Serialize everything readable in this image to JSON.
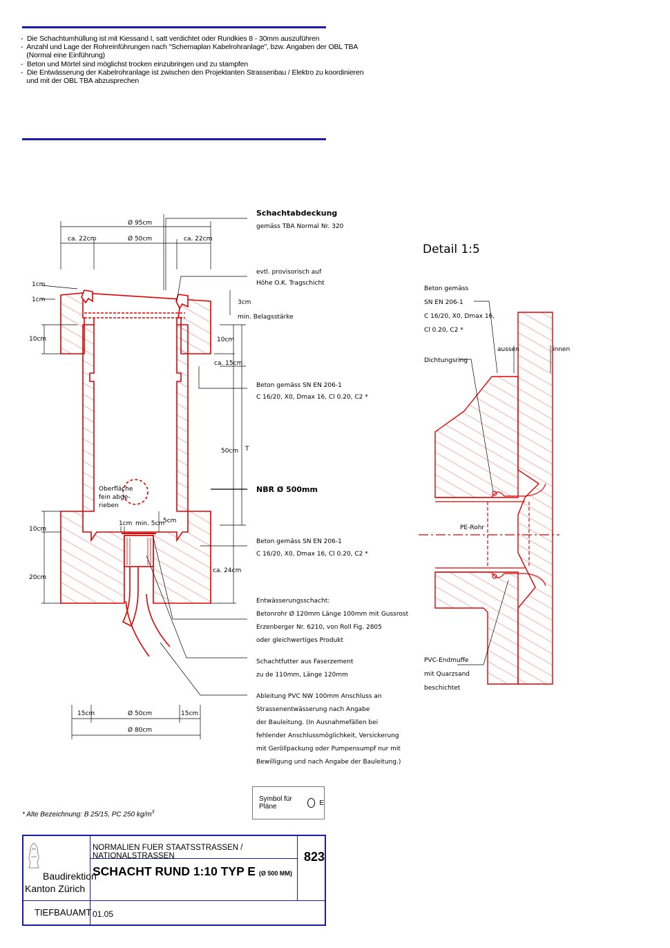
{
  "notes": [
    "-  Die Schachtumhüllung ist mit Kiessand I, satt verdichtet oder Rundkies 8 - 30mm auszuführen",
    "-  Anzahl und Lage der Rohreinführungen nach \"Schemaplan Kabelrohranlage\", bzw. Angaben der OBL TBA",
    "   (Normal eine Einführung)",
    "-  Beton und Mörtel sind möglichst trocken einzubringen und zu stampfen",
    "-  Die Entwässerung der Kabelrohranlage ist zwischen den Projektanten Strassenbau / Elektro zu koordinieren",
    "   und mit der OBL TBA abzusprechen"
  ],
  "dims": {
    "d95": "Ø 95cm",
    "d50": "Ø 50cm",
    "ca22": "ca. 22cm",
    "cm1": "1cm",
    "cm10": "10cm",
    "cm3": "3cm",
    "min_belag": "min. Belagsstärke",
    "ca15": "ca. 15cm",
    "cm50": "50cm",
    "T": "T",
    "cm20": "20cm",
    "ca24": "ca. 24cm",
    "min5": "min. 5cm",
    "cm5": "5cm",
    "cm15": "15cm",
    "d80": "Ø 80cm"
  },
  "labels": {
    "abdeckung_title": "Schachtabdeckung",
    "abdeckung_sub": "gemäss TBA Normal Nr. 320",
    "provisorisch_1": "evtl. provisorisch auf",
    "provisorisch_2": "Höhe O.K. Tragschicht",
    "beton_1": "Beton gemäss SN EN 206-1",
    "beton_2": "C 16/20, X0, Dmax 16, Cl 0.20, C2 *",
    "oberflaeche": [
      "Oberfläche",
      "fein abge-",
      "rieben"
    ],
    "nbr": "NBR  Ø 500mm",
    "entw": [
      "Entwässerungsschacht:",
      "Betonrohr  Ø 120mm Länge 100mm mit Gussrost",
      "Erzenberger Nr. 6210, von Roll Fig. 2805",
      "oder gleichwertiges Produkt"
    ],
    "futter": [
      "Schachtfutter aus Faserzement",
      "zu de 110mm, Länge 120mm"
    ],
    "ableitung": [
      "Ableitung PVC NW 100mm Anschluss an",
      "Strassenentwässerung nach Angabe",
      "der Bauleitung. (In Ausnahmefällen bei",
      "fehlender Anschlussmöglichkeit, Versickerung",
      "mit Geröllpackung oder Pumpensumpf nur mit",
      "Bewilligung und nach Angabe der Bauleitung.)"
    ]
  },
  "detail": {
    "title": "Detail 1:5",
    "beton": [
      "Beton gemäss",
      "SN EN 206-1",
      "C 16/20, X0, Dmax 16,",
      "Cl 0.20, C2 *"
    ],
    "aussen": "aussen",
    "innen": "innen",
    "dichtung": "Dichtungsring",
    "pe": "PE-Rohr",
    "pvc": [
      "PVC-Endmuffe",
      "mit Quarzsand",
      "beschichtet"
    ]
  },
  "symbol": {
    "label": "Symbol für Pläne",
    "letter": "E"
  },
  "footnote": "* Alte Bezeichnung: B 25/15, PC 250 kg/m",
  "footnote_sup": "3",
  "title_block": {
    "org_1": "Baudirektion",
    "org_2": "Kanton Zürich",
    "series": "NORMALIEN  FUER  STAATSSTRASSEN / NATIONALSTRASSEN",
    "title": "SCHACHT RUND   1:10   TYP E",
    "title_sub": "(Ø 500 MM)",
    "number": "823",
    "dept": "TIEFBAUAMT",
    "date": "01.05"
  },
  "colors": {
    "rule": "#1a1aa8",
    "drawing": "#e00000"
  }
}
